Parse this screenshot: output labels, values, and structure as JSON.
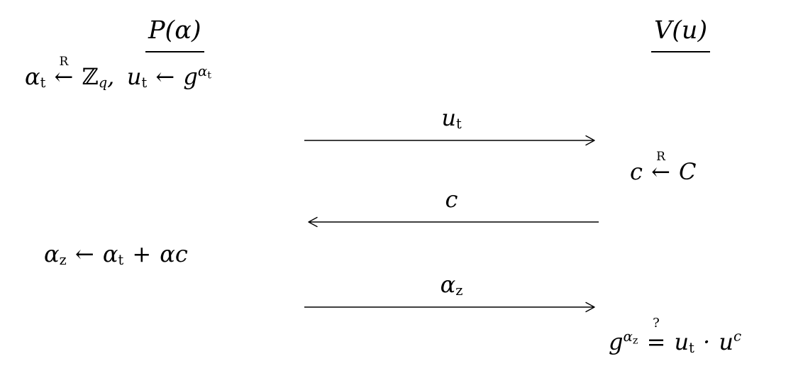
{
  "page": {
    "background": "#ffffff",
    "ink": "#000000"
  },
  "prover": {
    "title": "P(α)",
    "commit": {
      "alpha": "α",
      "alpha_sub": "t",
      "sample_label": "R",
      "sample_arrow": "←",
      "group_symbol": "ℤ",
      "group_sub": "q",
      "separator": ",",
      "u": "u",
      "u_sub": "t",
      "assign_arrow": "←",
      "generator": "g",
      "exp_alpha": "α",
      "exp_alpha_sub": "t"
    },
    "response": {
      "alpha_z": "α",
      "alpha_z_sub": "z",
      "assign_arrow": "←",
      "alpha_t": "α",
      "alpha_t_sub": "t",
      "plus": "+",
      "alpha_c": "αc"
    }
  },
  "verifier": {
    "title": "V(u)",
    "challenge": {
      "c": "c",
      "sample_label": "R",
      "sample_arrow": "←",
      "challenge_set": "C"
    },
    "check": {
      "generator": "g",
      "exp_alpha": "α",
      "exp_alpha_sub": "z",
      "question": "?",
      "equals": "=",
      "u_t": "u",
      "u_t_sub": "t",
      "cdot": "·",
      "u": "u",
      "exp_c": "c"
    }
  },
  "messages": [
    {
      "label_main": "u",
      "label_sub": "t",
      "direction": "right"
    },
    {
      "label_main": "c",
      "label_sub": "",
      "direction": "left"
    },
    {
      "label_main": "α",
      "label_sub": "z",
      "direction": "right"
    }
  ]
}
